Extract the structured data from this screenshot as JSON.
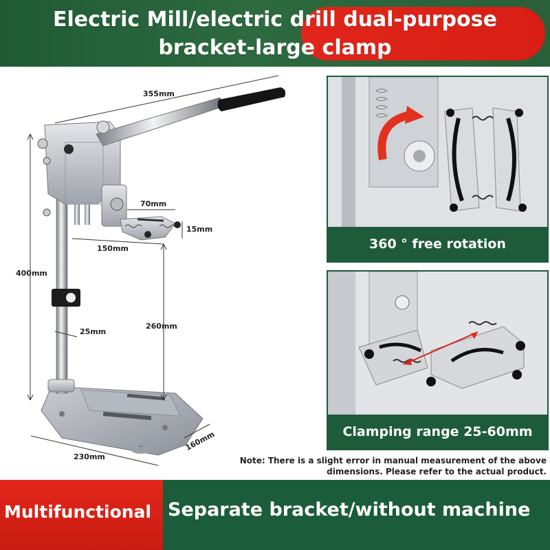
{
  "header": {
    "title_line1": "Electric Mill/electric drill dual-purpose",
    "title_line2": "bracket-large clamp",
    "colors": {
      "green": "#2d6a3f",
      "red": "#e0261a"
    }
  },
  "dimensions": {
    "handle_length": "355mm",
    "height": "400mm",
    "clamp_width": "70mm",
    "clamp_thickness": "15mm",
    "reach": "150mm",
    "column_diameter": "25mm",
    "travel": "260mm",
    "base_width": "230mm",
    "base_depth": "160mm"
  },
  "panels": {
    "rotation_caption": "360 ° free rotation",
    "clamping_caption": "Clamping range 25-60mm"
  },
  "note": {
    "line1": "Note: There is a slight error in manual measurement of the above",
    "line2": "dimensions. Please refer to the actual product."
  },
  "footer": {
    "left_label": "Multifunctional",
    "right_label": "Separate bracket/without machine"
  }
}
